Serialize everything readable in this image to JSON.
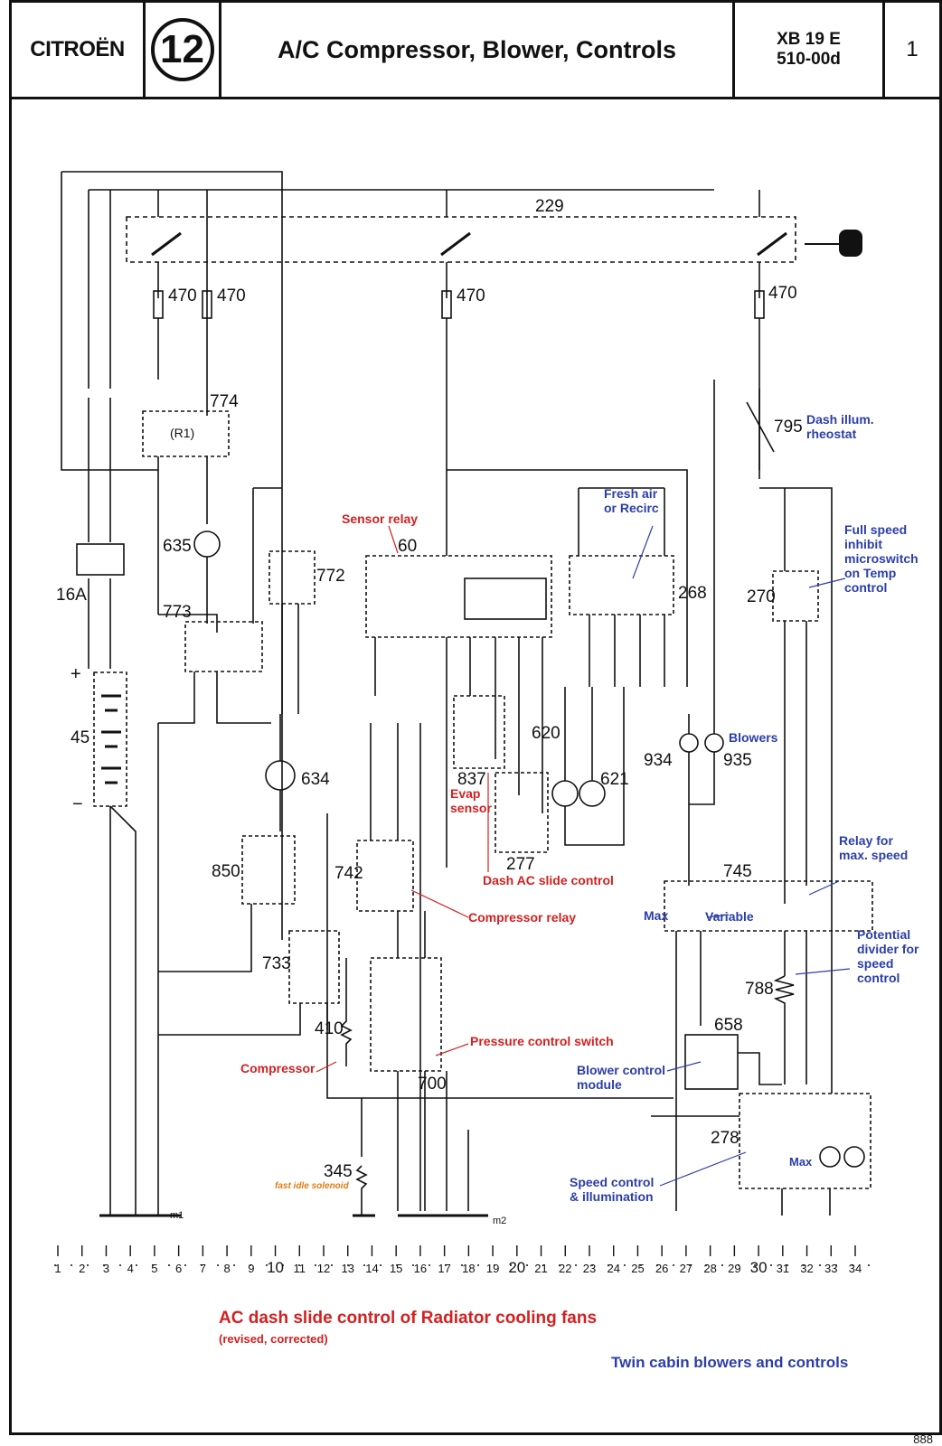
{
  "header": {
    "brand": "CITROËN",
    "section": "12",
    "title": "A/C  Compressor, Blower, Controls",
    "ref_line1": "XB 19 E",
    "ref_line2": "510-00d",
    "page": "1"
  },
  "components": {
    "c229": "229",
    "c470a": "470",
    "c470b": "470",
    "c470c": "470",
    "c470d": "470",
    "c774": "774",
    "r1": "(R1)",
    "c795": "795",
    "c635": "635",
    "c772": "772",
    "c60": "60",
    "c773": "773",
    "c268": "268",
    "c270": "270",
    "c16a": "16A",
    "c45": "45",
    "c634": "634",
    "c620": "620",
    "c621": "621",
    "c934": "934",
    "c935": "935",
    "c837": "837",
    "c277": "277",
    "c850": "850",
    "c742": "742",
    "c745": "745",
    "c733": "733",
    "c788": "788",
    "c410": "410",
    "c658": "658",
    "c700": "700",
    "c278": "278",
    "c345": "345",
    "m1": "m1",
    "m2": "m2",
    "plus": "+",
    "minus": "−"
  },
  "annotations": {
    "dash_illum": "Dash illum.\nrheostat",
    "fresh_air": "Fresh air\nor Recirc",
    "sensor_relay": "Sensor relay",
    "full_speed": "Full speed\ninhibit\nmicroswitch\non Temp\ncontrol",
    "blowers": "Blowers",
    "evap_sensor": "Evap\nsensor",
    "dash_ac_slide": "Dash AC slide control",
    "relay_max": "Relay for\nmax. speed",
    "compressor_relay": "Compressor relay",
    "max": "Max",
    "variable": "Variable",
    "potential_divider": "Potential\ndivider for\nspeed\ncontrol",
    "pressure_switch": "Pressure control switch",
    "compressor": "Compressor",
    "blower_module": "Blower control\nmodule",
    "fast_idle": "fast idle solenoid",
    "speed_control": "Speed control\n& illumination",
    "max2": "Max"
  },
  "scale": [
    "1",
    "2",
    "3",
    "4",
    "5",
    "6",
    "7",
    "8",
    "9",
    "10",
    "11",
    "12",
    "13",
    "14",
    "15",
    "16",
    "17",
    "18",
    "19",
    "20",
    "21",
    "22",
    "23",
    "24",
    "25",
    "26",
    "27",
    "28",
    "29",
    "30",
    "31",
    "32",
    "33",
    "34"
  ],
  "footer": {
    "title_red": "AC dash slide control of Radiator cooling fans",
    "subtitle_red": "(revised, corrected)",
    "title_blue": "Twin cabin blowers and controls",
    "mark": "888"
  },
  "colors": {
    "red": "#d42020",
    "blue": "#2b3ea8",
    "orange": "#e07b10",
    "ink": "#111111"
  }
}
